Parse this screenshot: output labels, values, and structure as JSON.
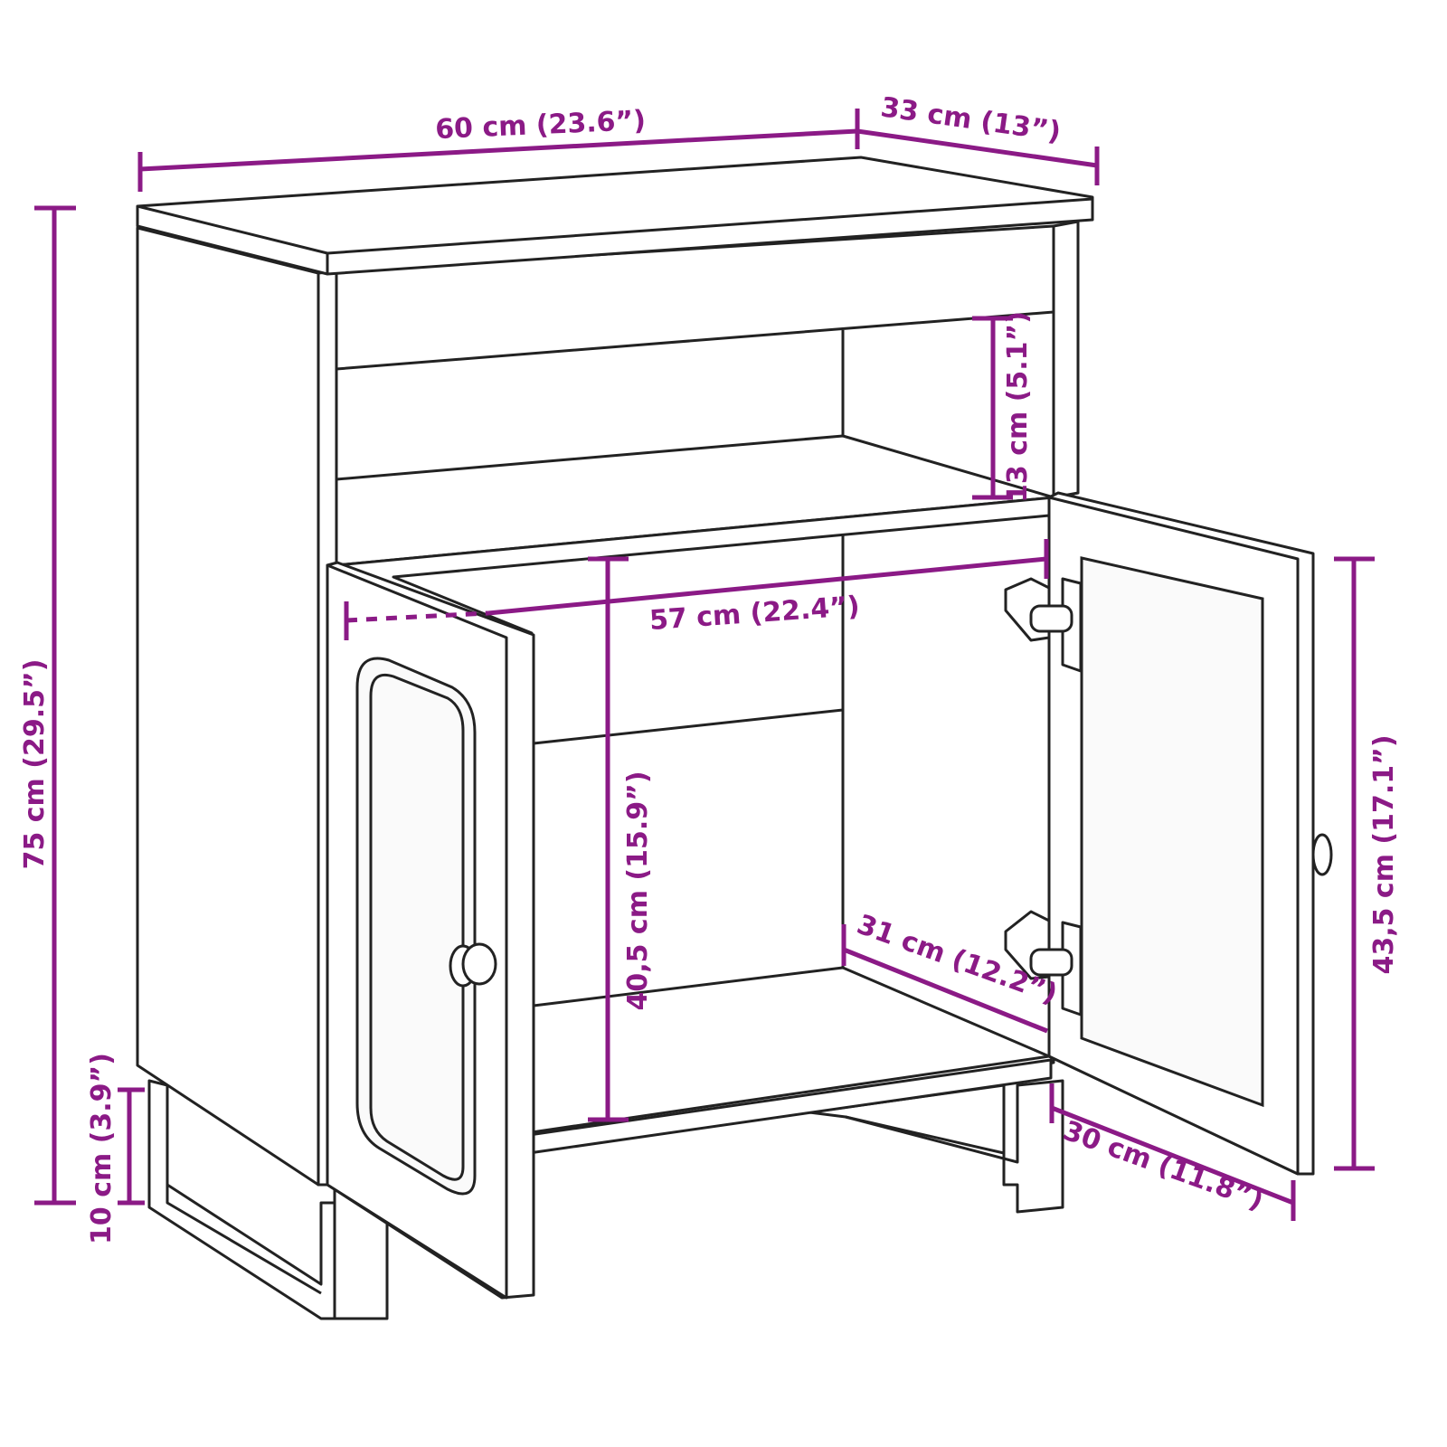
{
  "dimension_color": "#8B1A86",
  "dimensions": {
    "width": "60 cm (23.6”)",
    "depth": "33 cm (13”)",
    "height": "75 cm (29.5”)",
    "leg_height": "10 cm (3.9”)",
    "shelf_gap": "13 cm (5.1”)",
    "inner_width": "57 cm (22.4”)",
    "inner_height": "40,5 cm (15.9”)",
    "door_height": "43,5 cm (17.1”)",
    "inner_depth": "31 cm (12.2”)",
    "door_width": "30 cm (11.8”)"
  }
}
